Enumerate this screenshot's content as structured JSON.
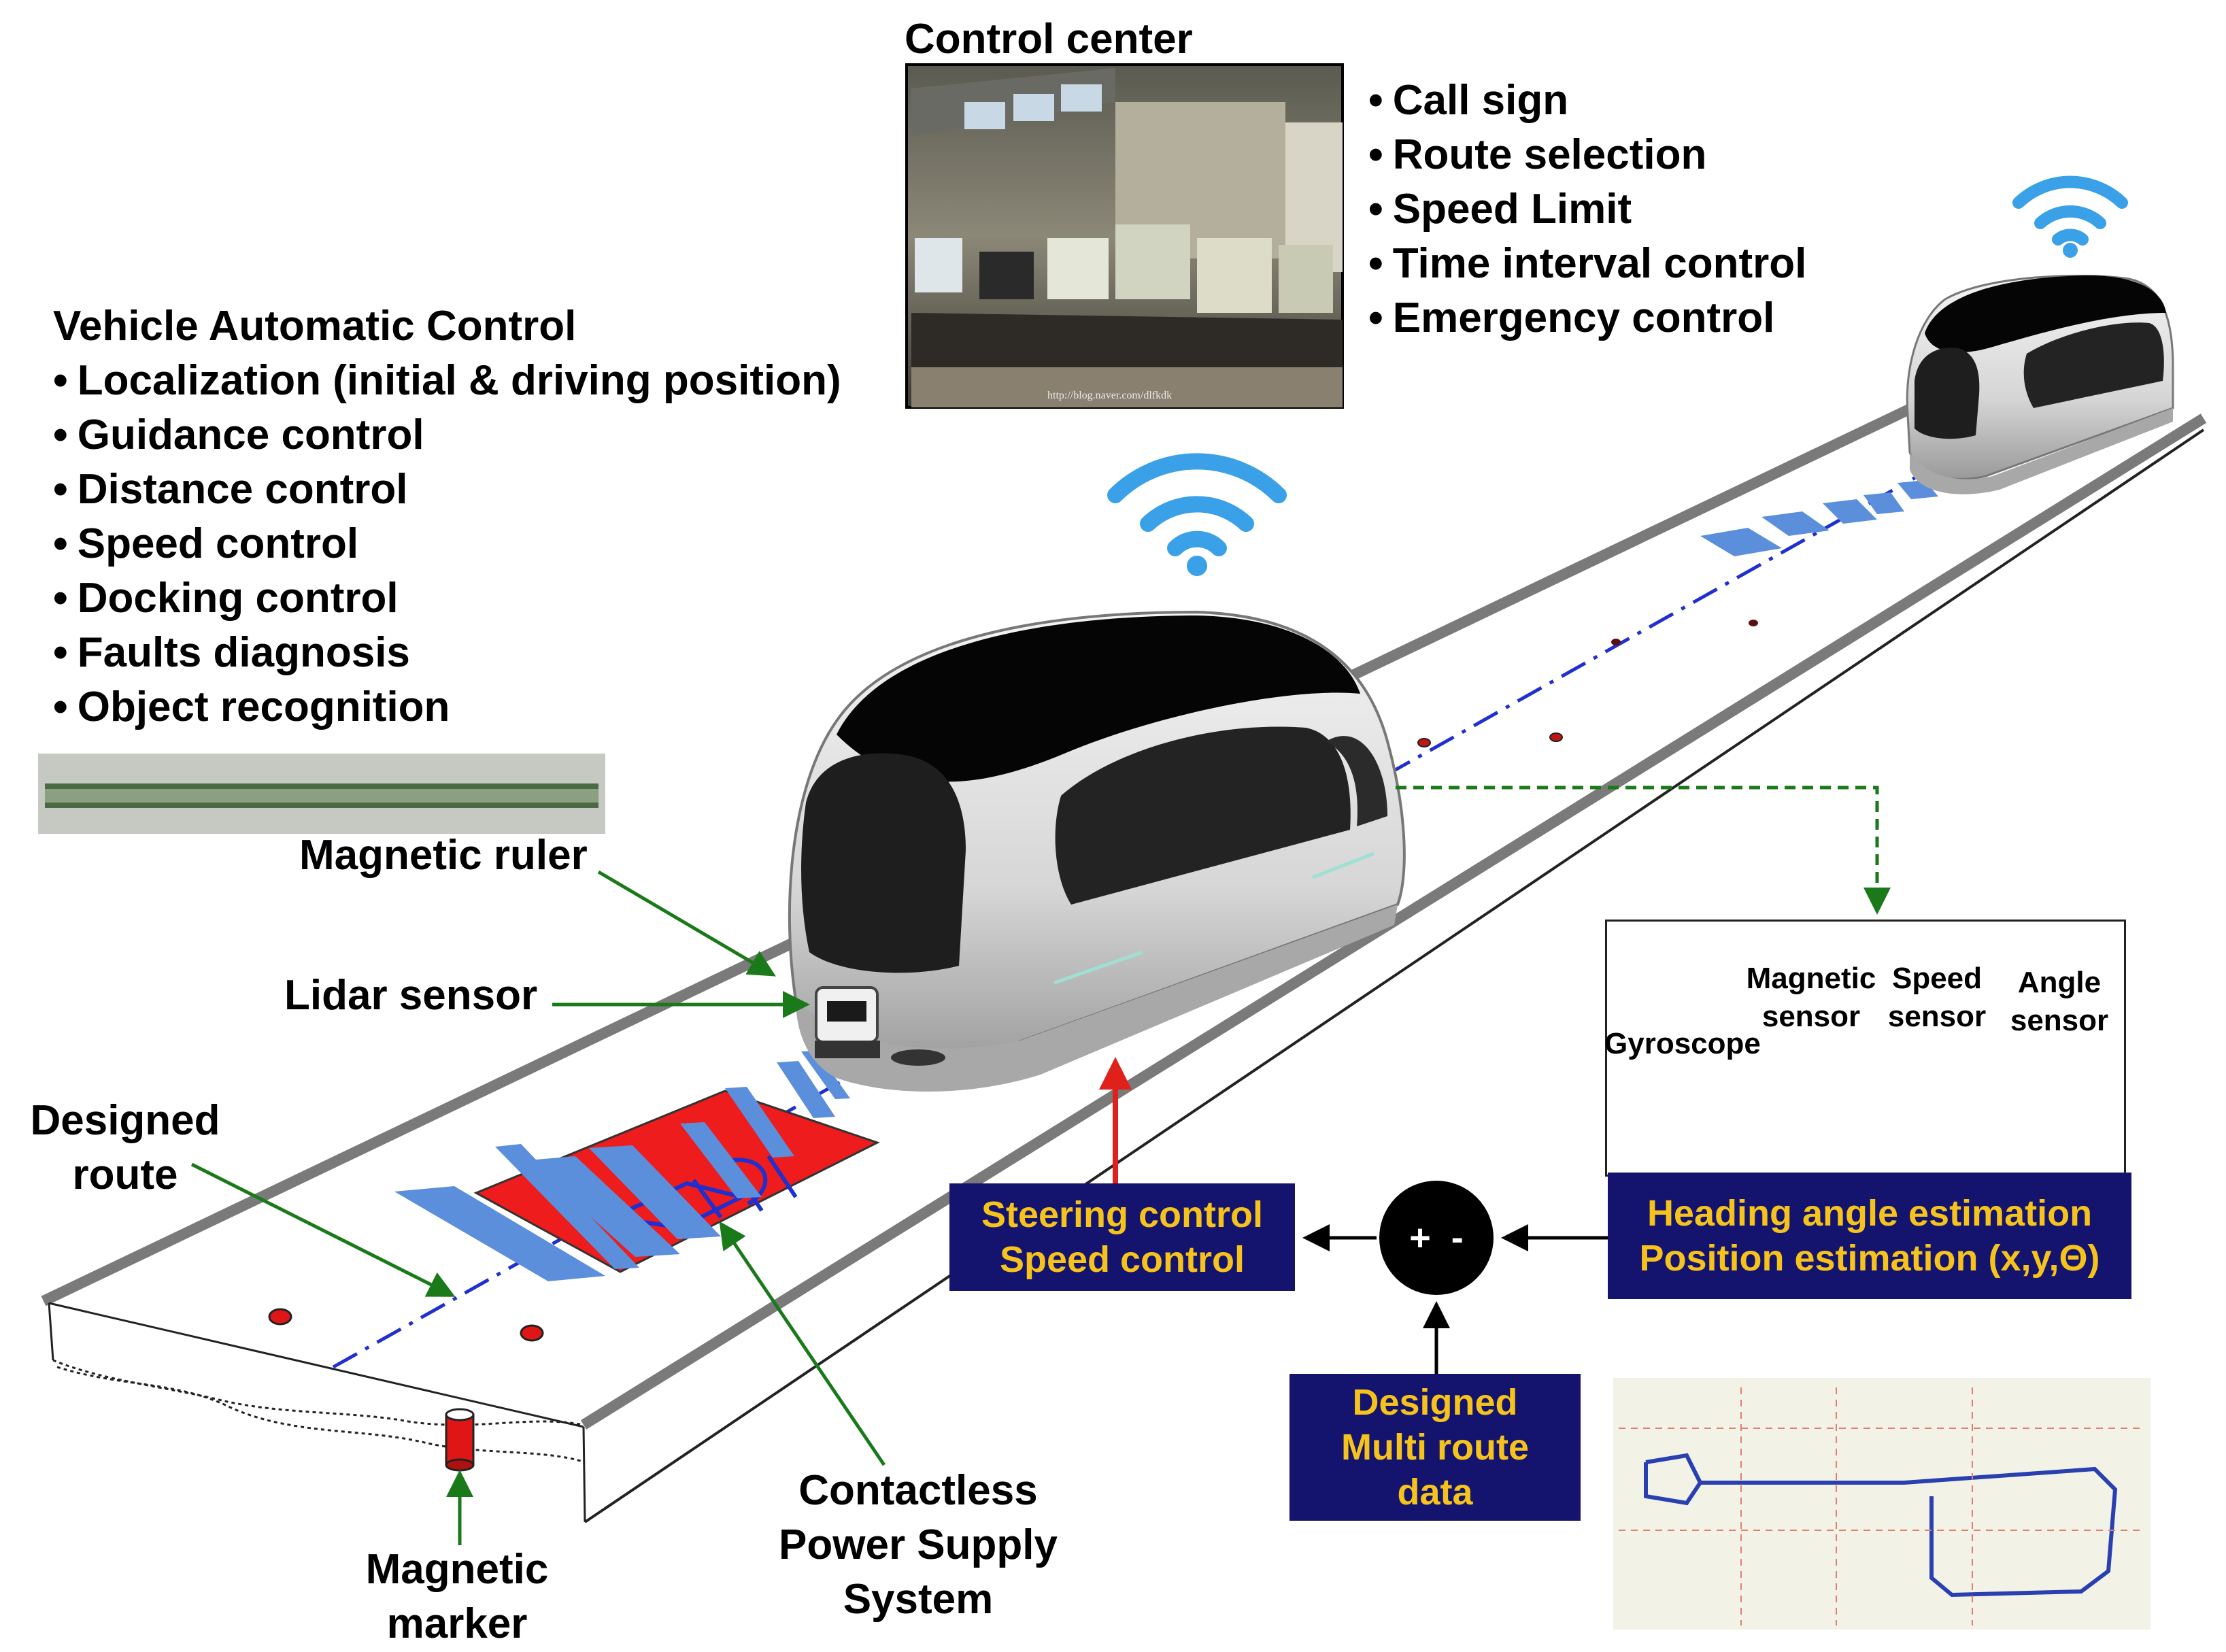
{
  "control_center": {
    "title": "Control center",
    "photo_caption": "http://blog.naver.com/dlfkdk",
    "functions": [
      "Call sign",
      "Route selection",
      "Speed Limit",
      "Time interval control",
      "Emergency control"
    ]
  },
  "vehicle_control": {
    "title": "Vehicle Automatic Control",
    "items": [
      "Localization (initial & driving position)",
      "Guidance control",
      "Distance control",
      "Speed control",
      "Docking control",
      "Faults diagnosis",
      "Object recognition"
    ]
  },
  "labels": {
    "magnetic_ruler": "Magnetic ruler",
    "lidar_sensor": "Lidar sensor",
    "designed_route_line1": "Designed",
    "designed_route_line2": "route",
    "magnetic_marker_line1": "Magnetic",
    "magnetic_marker_line2": "marker",
    "power_line1": "Contactless",
    "power_line2": "Power Supply",
    "power_line3": "System"
  },
  "sensors": {
    "gyroscope": "Gyroscope",
    "magnetic_line1": "Magnetic",
    "magnetic_line2": "sensor",
    "speed_line1": "Speed",
    "speed_line2": "sensor",
    "angle_line1": "Angle",
    "angle_line2": "sensor"
  },
  "blocks": {
    "steering_line1": "Steering control",
    "steering_line2": "Speed control",
    "estimation_line1": "Heading angle estimation",
    "estimation_line2": "Position estimation (x,y,Θ)",
    "route_data_line1": "Designed",
    "route_data_line2": "Multi route",
    "route_data_line3": "data",
    "comparator": "+  -"
  },
  "colors": {
    "block_fill": "#14146e",
    "block_text": "#f5c31b",
    "arrow_green": "#1a7a1a",
    "arrow_red": "#e0201a",
    "wifi": "#3aa0e8",
    "route_line": "#1f2fd0",
    "power_pad": "#ee1c1c"
  }
}
